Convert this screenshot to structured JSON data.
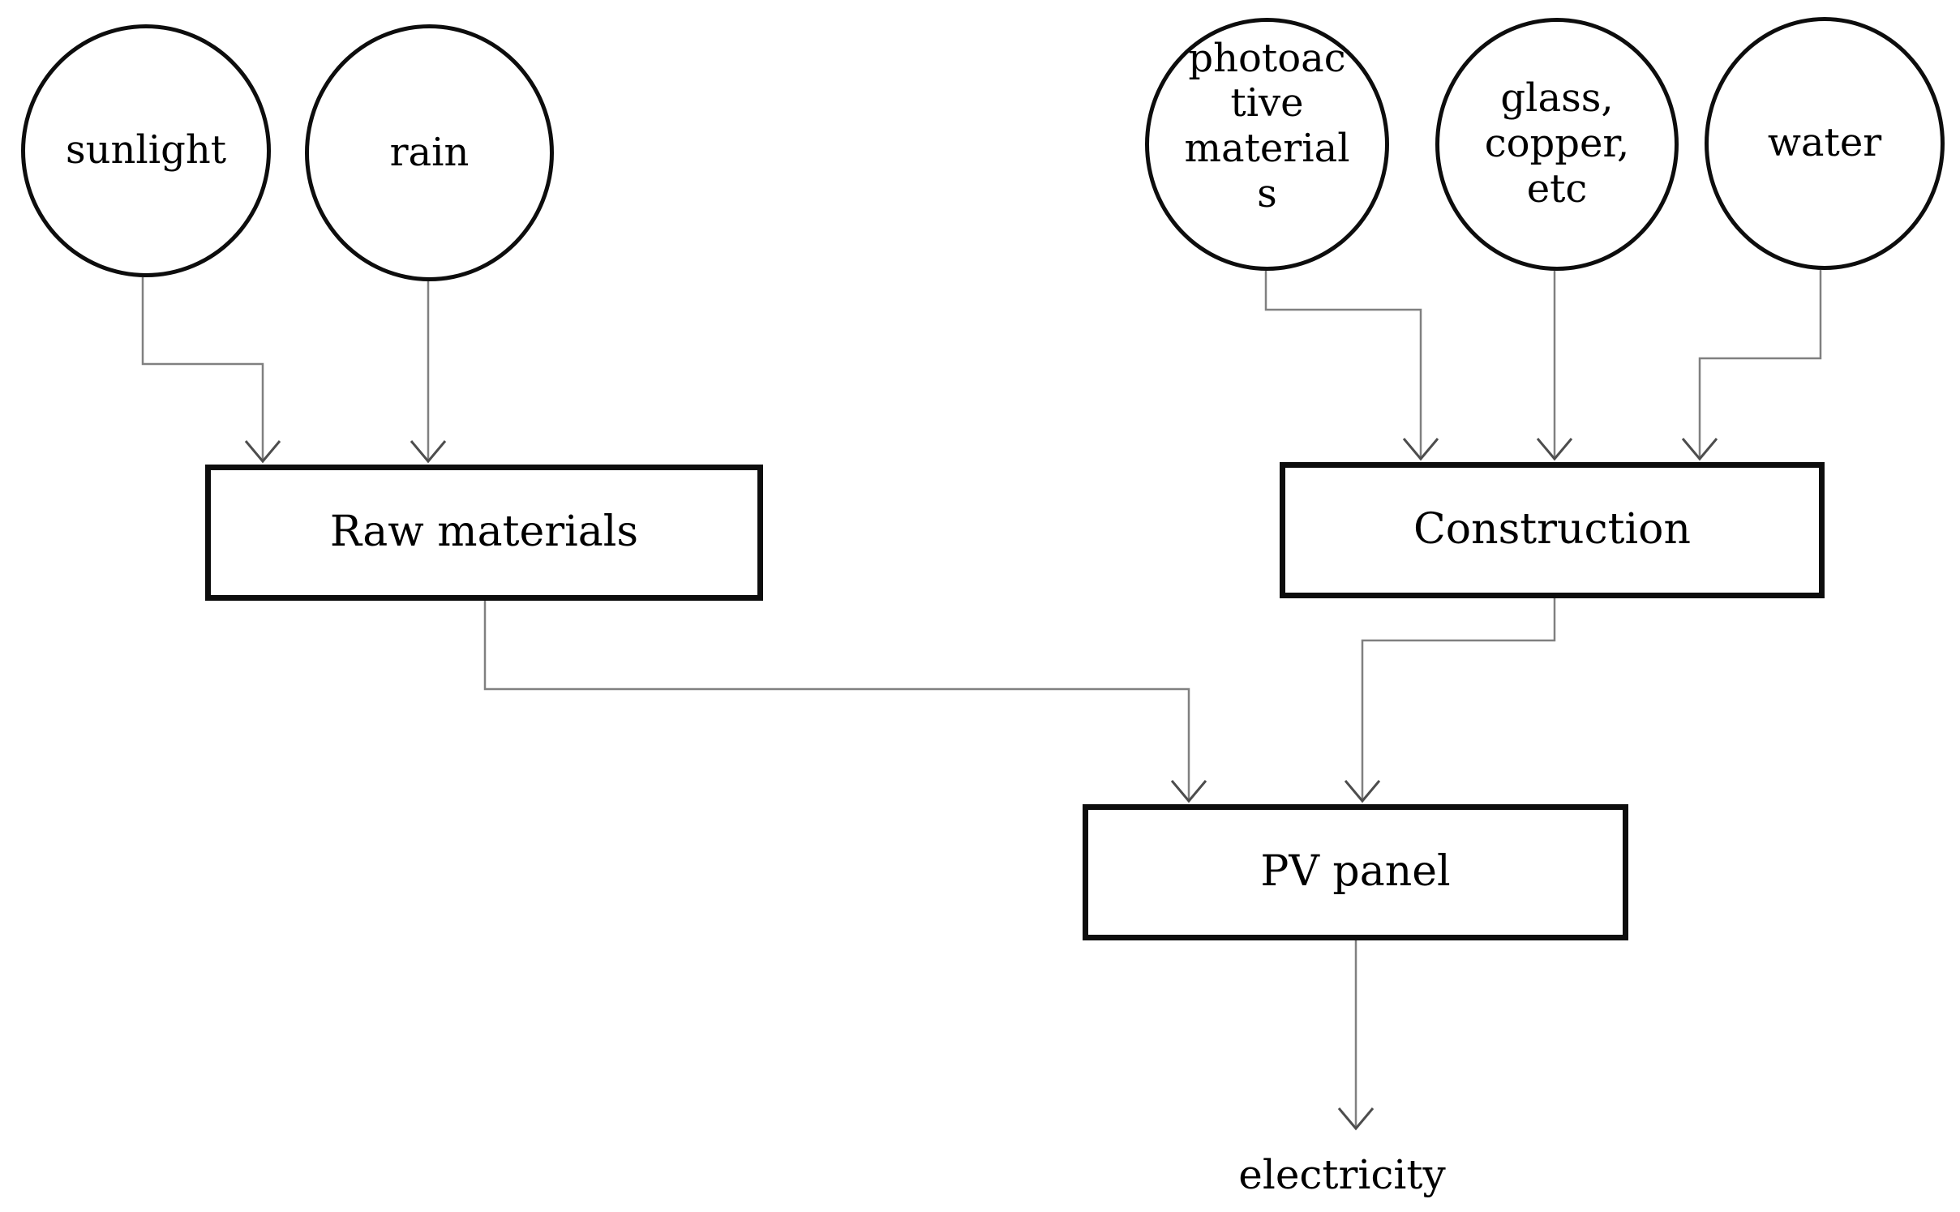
{
  "diagram": {
    "nodes": {
      "sunlight": {
        "label": "sunlight",
        "shape": "ellipse"
      },
      "rain": {
        "label": "rain",
        "shape": "ellipse"
      },
      "photoactive_materials": {
        "label": "photoac\ntive\nmaterial\ns",
        "shape": "ellipse"
      },
      "glass_copper_etc": {
        "label": "glass,\ncopper,\netc",
        "shape": "ellipse"
      },
      "water": {
        "label": "water",
        "shape": "ellipse"
      },
      "raw_materials": {
        "label": "Raw materials",
        "shape": "rect"
      },
      "construction": {
        "label": "Construction",
        "shape": "rect"
      },
      "pv_panel": {
        "label": "PV panel",
        "shape": "rect"
      },
      "electricity": {
        "label": "electricity",
        "shape": "text"
      }
    },
    "edges": [
      {
        "from": "sunlight",
        "to": "raw_materials"
      },
      {
        "from": "rain",
        "to": "raw_materials"
      },
      {
        "from": "photoactive_materials",
        "to": "construction"
      },
      {
        "from": "glass_copper_etc",
        "to": "construction"
      },
      {
        "from": "water",
        "to": "construction"
      },
      {
        "from": "raw_materials",
        "to": "pv_panel"
      },
      {
        "from": "construction",
        "to": "pv_panel"
      },
      {
        "from": "pv_panel",
        "to": "electricity"
      }
    ],
    "colors": {
      "background": "#ffffff",
      "shape_border": "#0d0d0d",
      "text": "#000000",
      "connector_line": "#808080",
      "arrowhead": "#4d4d4d"
    }
  }
}
